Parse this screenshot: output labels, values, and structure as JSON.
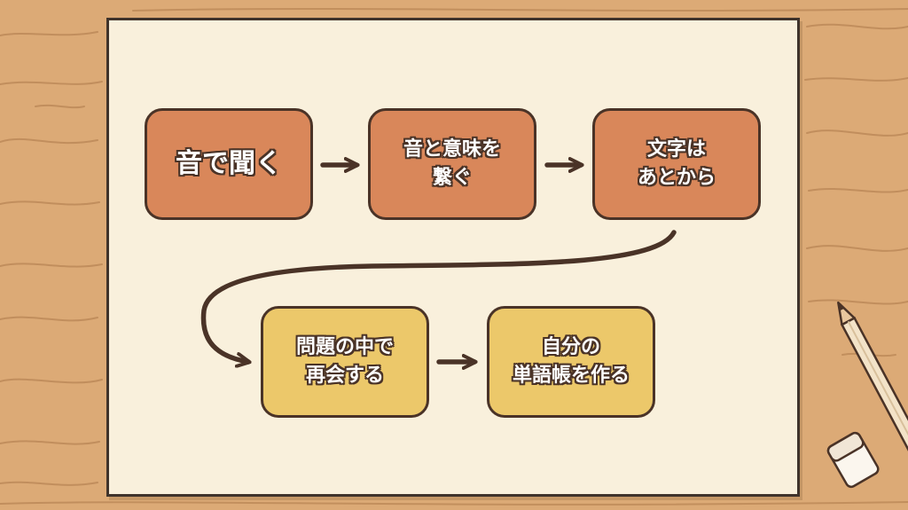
{
  "colors": {
    "desk": "#dcaa76",
    "paper": "#f9f0dc",
    "outline": "#4a3327",
    "step_orange": "#d9875a",
    "step_yellow": "#ecc86a",
    "arrow": "#4a3327"
  },
  "flow": {
    "steps": [
      {
        "label": "音で聞く"
      },
      {
        "label": "音と意味を\n繋ぐ"
      },
      {
        "label": "文字は\nあとから"
      },
      {
        "label": "問題の中で\n再会する"
      },
      {
        "label": "自分の\n単語帳を作る"
      }
    ]
  },
  "decorations": {
    "pencil": "pencil-icon",
    "eraser": "eraser-icon"
  }
}
